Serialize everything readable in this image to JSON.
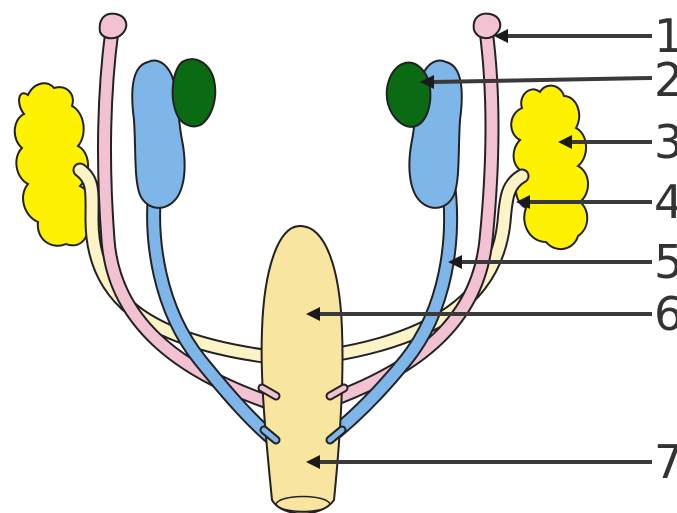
{
  "colors": {
    "yellow_organ": "#FFF200",
    "green_organ": "#0A6B12",
    "blue_duct": "#7EB6EA",
    "pink_duct": "#F3C2D2",
    "cream_duct": "#FCF3C6",
    "central_organ": "#F8E6A0",
    "outline": "#222222",
    "leader": "#3A3A3A"
  },
  "labels": [
    {
      "id": "1",
      "text": "1"
    },
    {
      "id": "2",
      "text": "2"
    },
    {
      "id": "3",
      "text": "3"
    },
    {
      "id": "4",
      "text": "4"
    },
    {
      "id": "5",
      "text": "5"
    },
    {
      "id": "6",
      "text": "6"
    },
    {
      "id": "7",
      "text": "7"
    }
  ]
}
